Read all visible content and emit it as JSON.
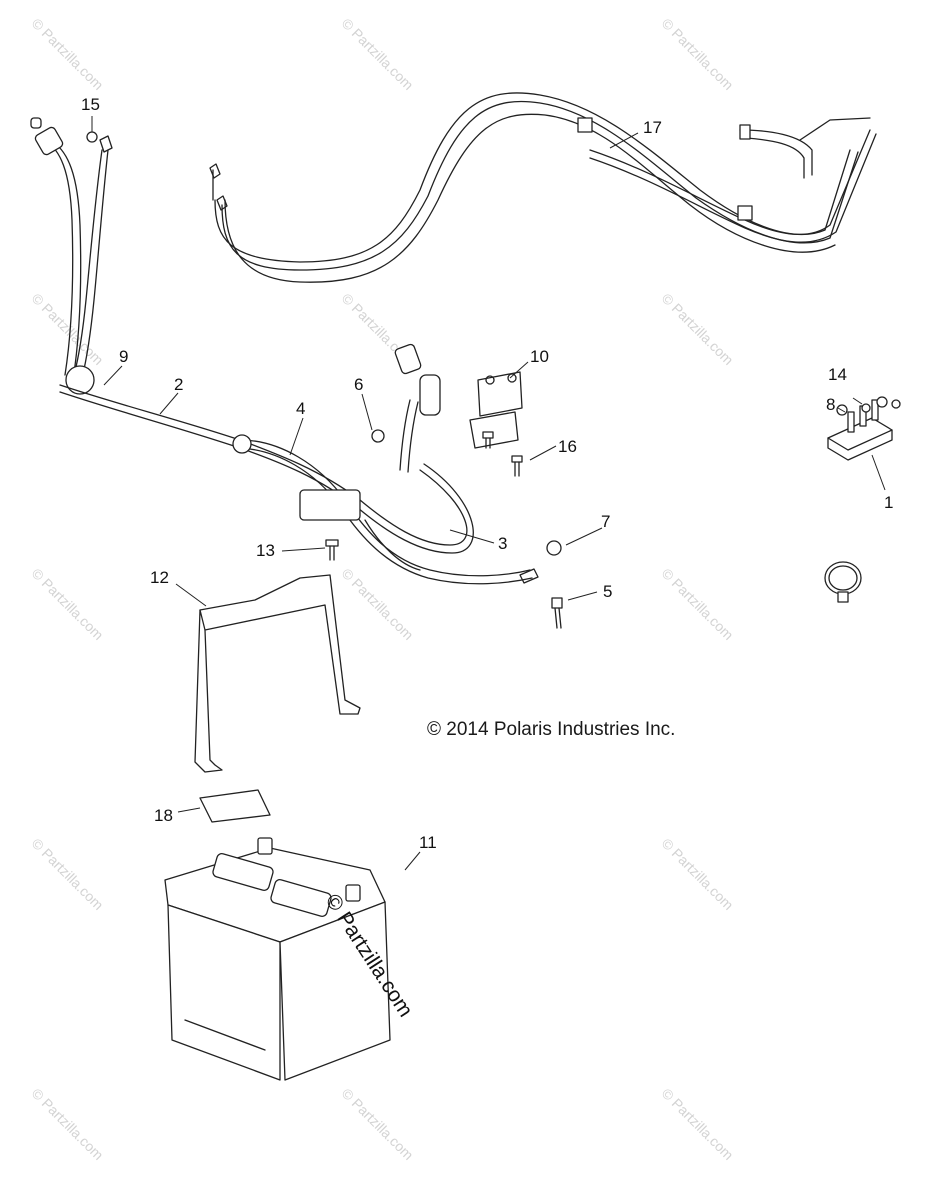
{
  "diagram": {
    "copyright": "© 2014 Polaris Industries Inc.",
    "watermark_main": "© Partzilla.com",
    "watermark_tile": "© Partzilla.com",
    "callouts": {
      "c1": "1",
      "c2": "2",
      "c3": "3",
      "c4": "4",
      "c5": "5",
      "c6": "6",
      "c7": "7",
      "c8": "8",
      "c9": "9",
      "c10": "10",
      "c11": "11",
      "c12": "12",
      "c13": "13",
      "c14": "14",
      "c15": "15",
      "c16": "16",
      "c17": "17",
      "c18": "18"
    }
  }
}
